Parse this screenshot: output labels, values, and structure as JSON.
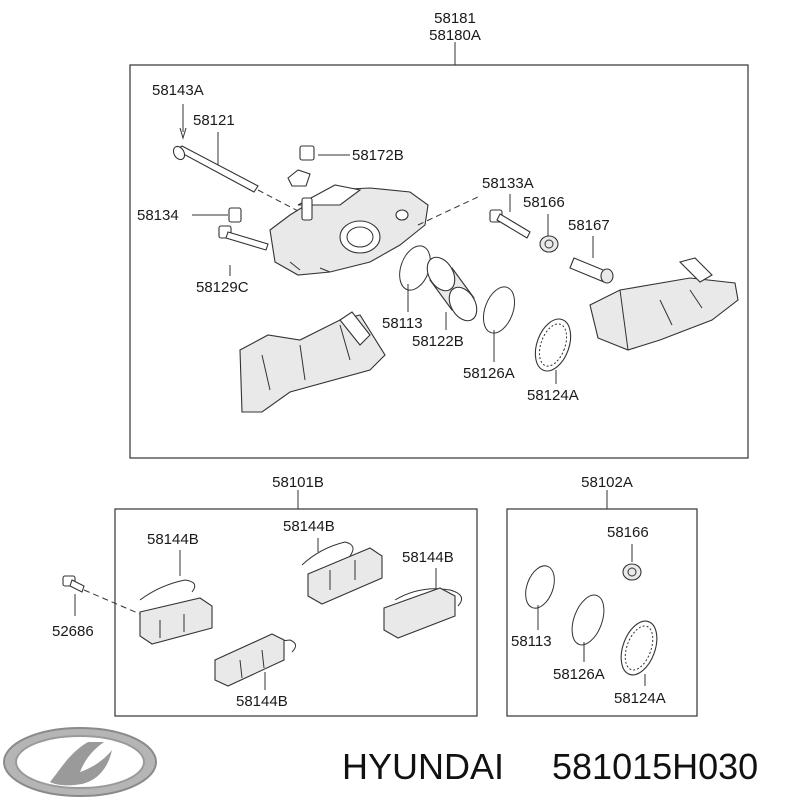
{
  "labels": {
    "caliper_assy_1": "58181",
    "caliper_assy_2": "58180A",
    "bleeder_cap": "58143A",
    "guide_bolt_long": "58121",
    "bleeder_screw": "58172B",
    "sleeve": "58134",
    "guide_bolt": "58129C",
    "piston_seal_bolt": "58133A",
    "guide_boot": "58166",
    "pin": "58167",
    "piston_seal": "58113",
    "piston": "58122B",
    "seal_ring": "58126A",
    "piston_boot": "58124A",
    "pad_kit": "58101B",
    "seal_kit": "58102A",
    "pad_spring_1": "58144B",
    "pad_spring_2": "58144B",
    "pad_spring_3": "58144B",
    "pad_spring_4": "58144B",
    "bolt": "52686",
    "kit_boot": "58166",
    "kit_seal": "58113",
    "kit_ring": "58126A",
    "kit_piston_boot": "58124A"
  },
  "footer": {
    "brand": "HYUNDAI",
    "part_number": "581015H030"
  },
  "colors": {
    "line": "#333333",
    "logo": "#9a9a9a"
  }
}
